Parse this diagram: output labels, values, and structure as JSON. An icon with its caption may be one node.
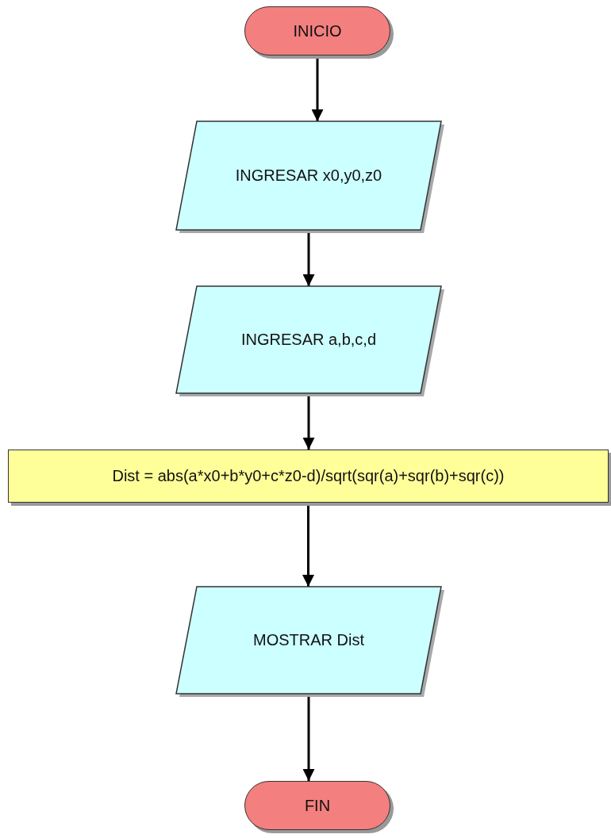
{
  "diagram": {
    "nodes": [
      {
        "text": [
          "INICIO"
        ]
      },
      {
        "text": [
          "INGRESAR x0,y0,z0"
        ]
      },
      {
        "text": [
          "INGRESAR a,b,c,d"
        ]
      },
      {
        "text": [
          "Dist = abs(a*x0+b*y0+c*z0-d)/sqrt(sqr(a)+sqr(b)+sqr(c))"
        ]
      },
      {
        "text": [
          "MOSTRAR Dist"
        ]
      },
      {
        "text": [
          "FIN"
        ]
      }
    ],
    "edges": [
      {
        "from": 0,
        "to": 1,
        "arrow": "to"
      },
      {
        "from": 1,
        "to": 2,
        "arrow": "to"
      },
      {
        "from": 2,
        "to": 3,
        "arrow": "to"
      },
      {
        "from": 3,
        "to": 4,
        "arrow": "to"
      },
      {
        "from": 4,
        "to": 5,
        "arrow": "to"
      }
    ]
  }
}
